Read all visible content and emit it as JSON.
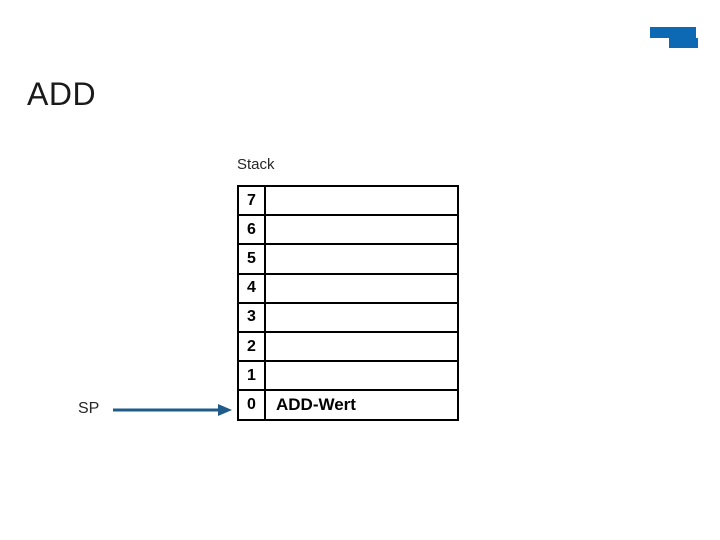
{
  "slide": {
    "title": "ADD"
  },
  "logo": {
    "color": "#0e69b4"
  },
  "stack": {
    "label": "Stack",
    "rows": [
      {
        "index": "7",
        "value": ""
      },
      {
        "index": "6",
        "value": ""
      },
      {
        "index": "5",
        "value": ""
      },
      {
        "index": "4",
        "value": ""
      },
      {
        "index": "3",
        "value": ""
      },
      {
        "index": "2",
        "value": ""
      },
      {
        "index": "1",
        "value": ""
      },
      {
        "index": "0",
        "value": "ADD-Wert"
      }
    ]
  },
  "pointer": {
    "label": "SP",
    "arrow_color": "#1f5c8a",
    "points_to_row": "0"
  }
}
